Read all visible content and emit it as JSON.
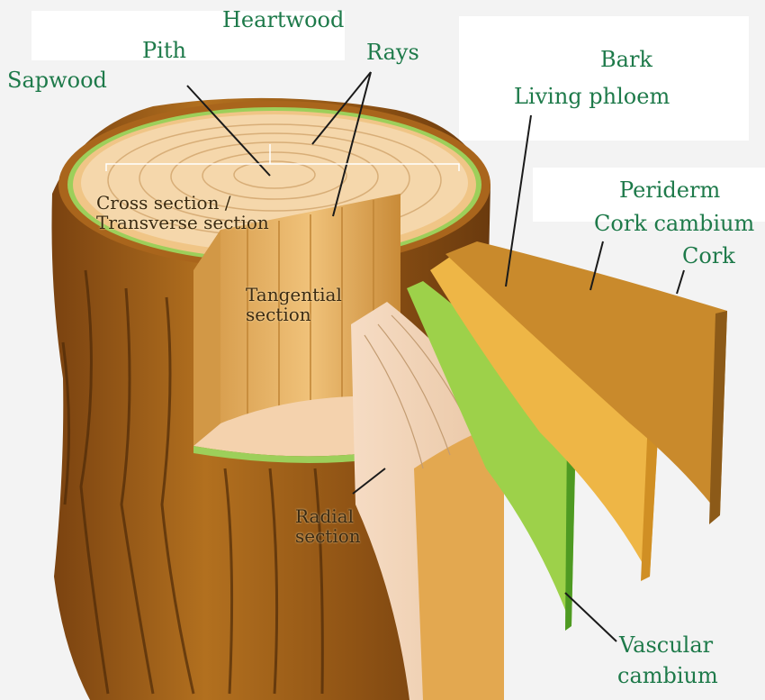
{
  "labels": {
    "heartwood": "Heartwood",
    "pith": "Pith",
    "rays": "Rays",
    "sapwood": "Sapwood",
    "bark": "Bark",
    "living_phloem": "Living phloem",
    "periderm": "Periderm",
    "cork_cambium": "Cork cambium",
    "cork": "Cork",
    "vascular_cambium_1": "Vascular",
    "vascular_cambium_2": "cambium"
  },
  "inner_labels": {
    "cross_section_1": "Cross section /",
    "cross_section_2": "Transverse section",
    "tangential_1": "Tangential",
    "tangential_2": "section",
    "radial_1": "Radial",
    "radial_2": "section"
  },
  "colors": {
    "label_text": "#1e7a4a",
    "sapwood_ring": "#8bc34a",
    "bark": "#9a5a14",
    "wood": "#e9b868",
    "heartwood_face": "#f2cfa0",
    "living_phloem": "#e8ad3a",
    "cork": "#c98a2c",
    "vascular_cambium": "#8fcf3c"
  }
}
